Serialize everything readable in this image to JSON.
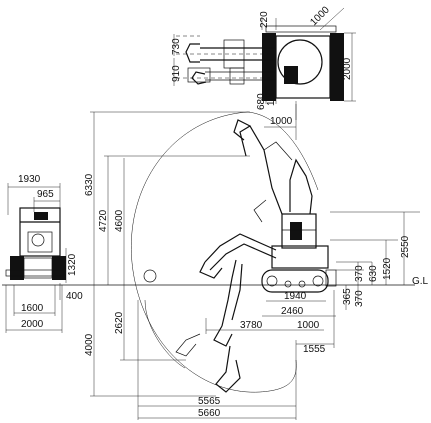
{
  "top_view": {
    "dims": {
      "d220": "220",
      "d1000": "1000",
      "d730": "730",
      "d910": "910",
      "d2000": "2000",
      "d680": "680",
      "d100": "100"
    }
  },
  "front_view": {
    "dims": {
      "d1930": "1930",
      "d965": "965",
      "d1320": "1320",
      "d400": "400",
      "d1600": "1600",
      "d2000": "2000"
    }
  },
  "side_view": {
    "dims": {
      "d1000_top": "1000",
      "d6330": "6330",
      "d4720": "4720",
      "d4600": "4600",
      "d2620": "2620",
      "d4000": "4000",
      "d1940": "1940",
      "d2460": "2460",
      "d3780": "3780",
      "d1000_bottom": "1000",
      "d1555": "1555",
      "d5565": "5565",
      "d5660": "5660",
      "d365": "365",
      "d370_a": "370",
      "d370_b": "370",
      "d630": "630",
      "d1520": "1520",
      "d2550": "2550",
      "gl": "G.L"
    }
  }
}
